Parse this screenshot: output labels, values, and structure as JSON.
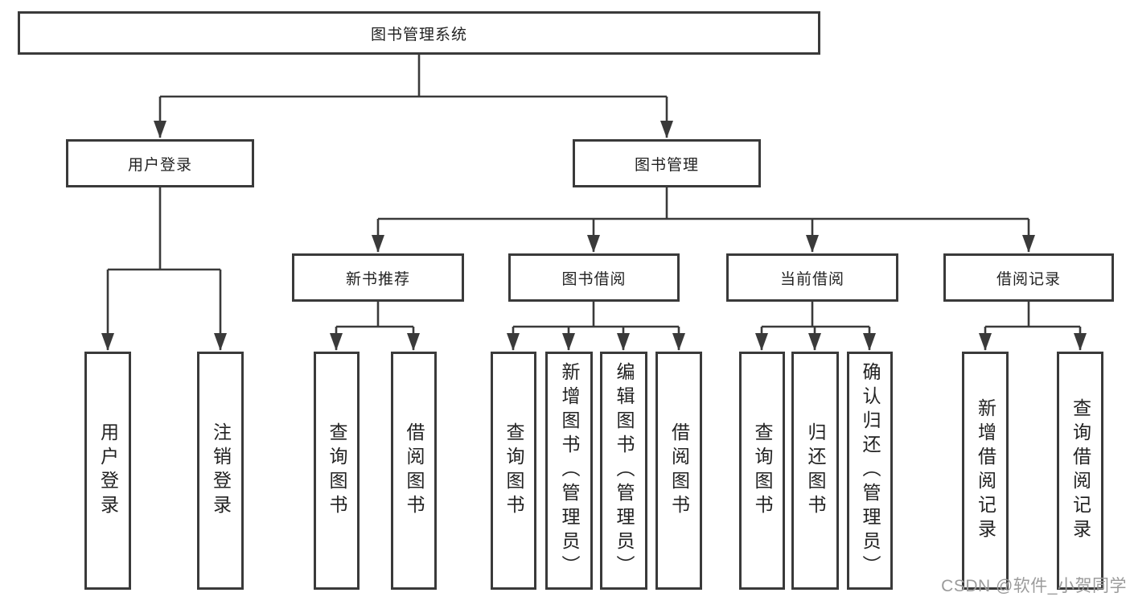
{
  "tree": {
    "root": "图书管理系统",
    "branches": [
      {
        "label": "用户登录",
        "leaves": [
          "用户登录",
          "注销登录"
        ]
      },
      {
        "label": "图书管理",
        "children": [
          {
            "label": "新书推荐",
            "leaves": [
              "查询图书",
              "借阅图书"
            ]
          },
          {
            "label": "图书借阅",
            "leaves": [
              "查询图书",
              "新增图书（管理员）",
              "编辑图书（管理员）",
              "借阅图书"
            ]
          },
          {
            "label": "当前借阅",
            "leaves": [
              "查询图书",
              "归还图书",
              "确认归还（管理员）"
            ]
          },
          {
            "label": "借阅记录",
            "leaves": [
              "新增借阅记录",
              "查询借阅记录"
            ]
          }
        ]
      }
    ]
  },
  "watermark": "CSDN @软件_小贺同学",
  "colors": {
    "line": "#3a3a3a",
    "text": "#222222",
    "watermark": "#9b9b9b",
    "background": "#ffffff"
  }
}
